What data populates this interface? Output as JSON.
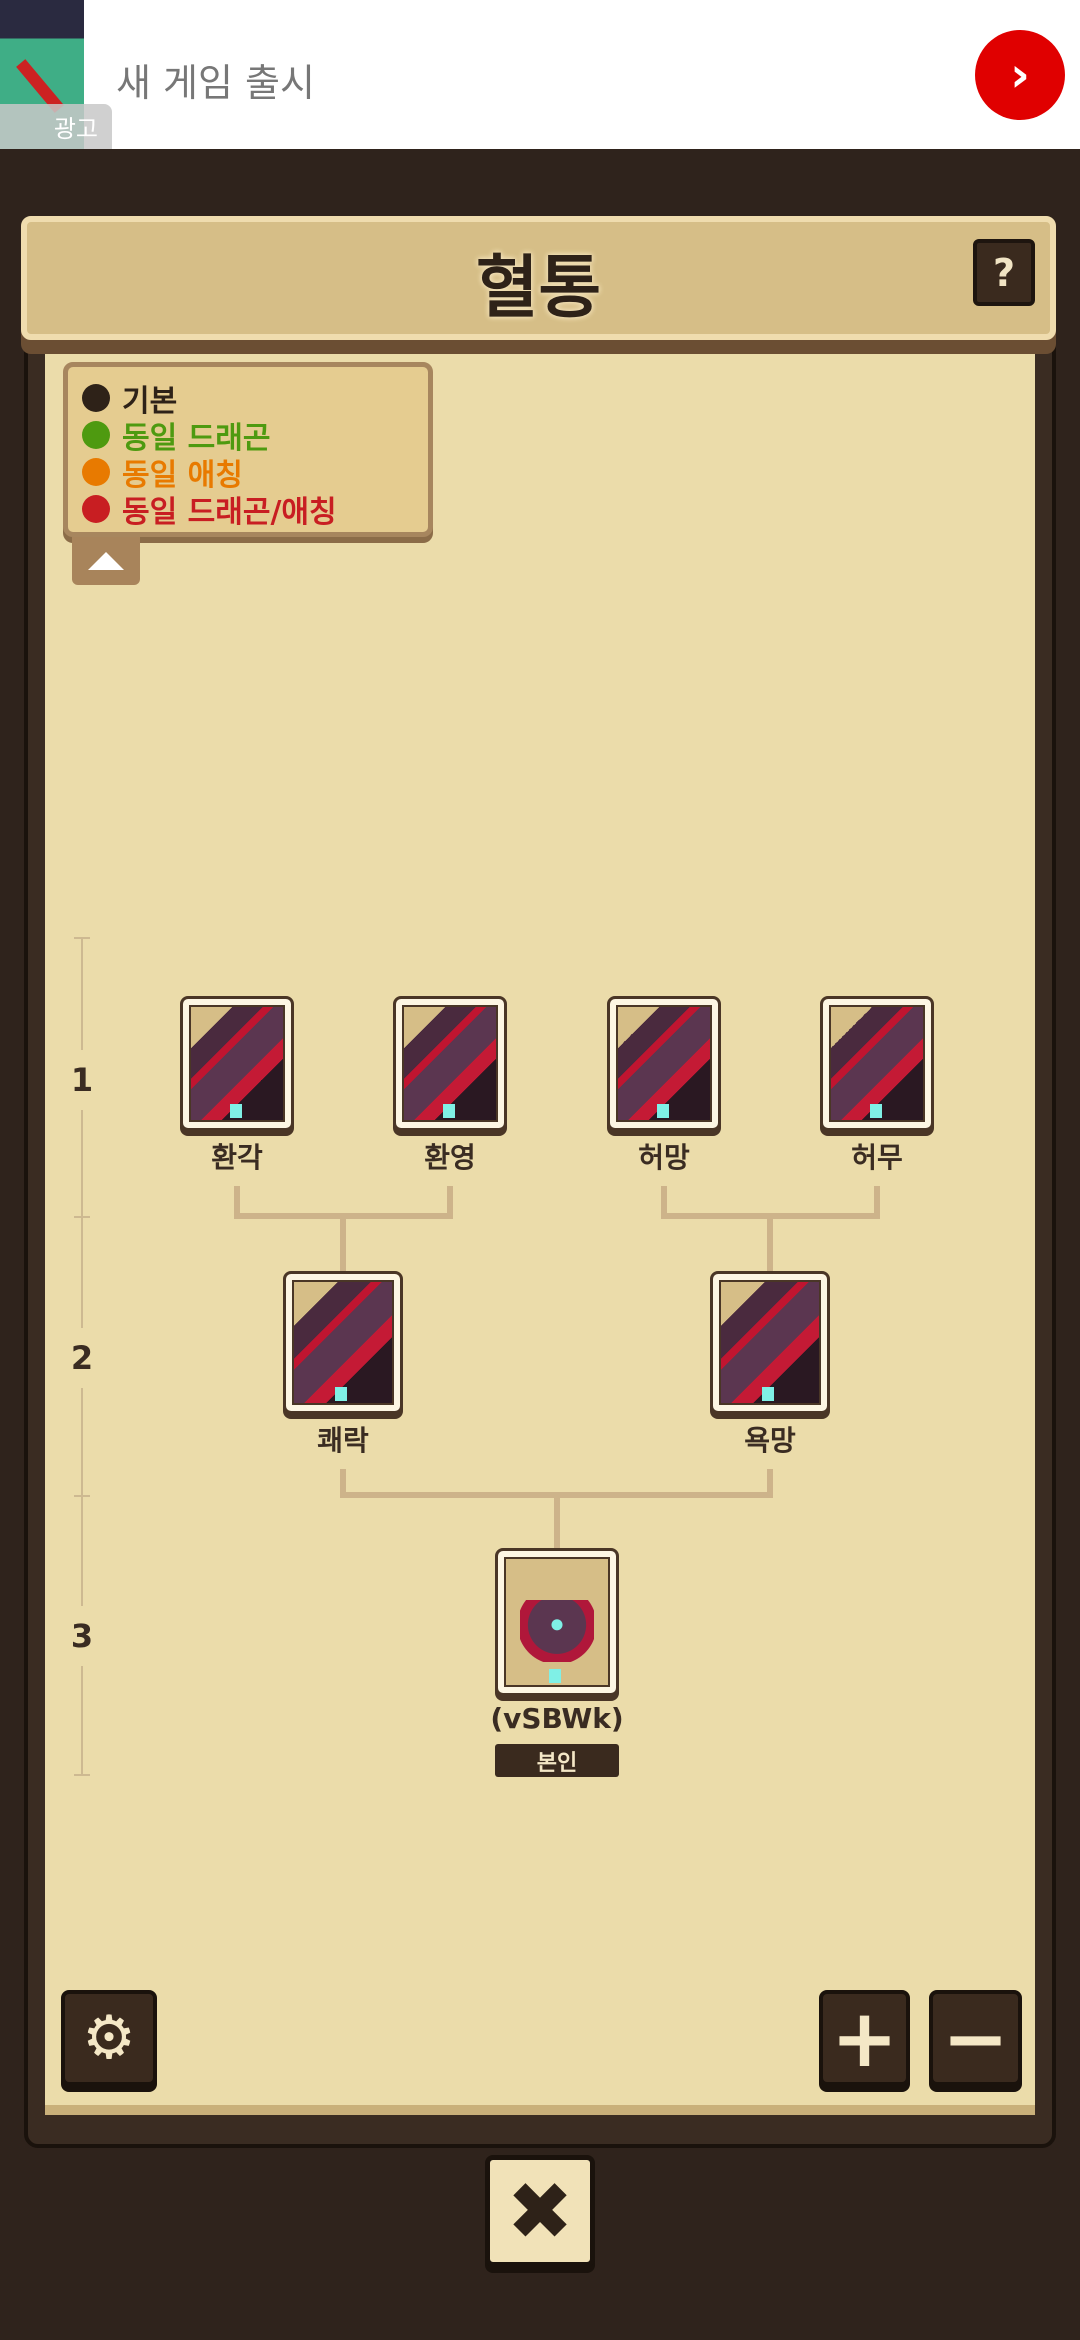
{
  "ad": {
    "text": "새 게임 출시",
    "badge": "광고",
    "arrow": "›"
  },
  "header": {
    "title": "혈통",
    "help": "?"
  },
  "legend": {
    "items": [
      {
        "label": "기본",
        "color": "#2e2218"
      },
      {
        "label": "동일 드래곤",
        "color": "#4e9a10"
      },
      {
        "label": "동일 애칭",
        "color": "#e87a00"
      },
      {
        "label": "동일 드래곤/애칭",
        "color": "#c81e22"
      }
    ]
  },
  "generations": [
    "1",
    "2",
    "3"
  ],
  "tree": {
    "gen1": [
      "환각",
      "환영",
      "허망",
      "허무"
    ],
    "gen2": [
      "쾌락",
      "욕망"
    ],
    "gen3": {
      "name": "(vSBWk)",
      "badge": "본인"
    }
  },
  "controls": {
    "settings": "⚙",
    "zoom_in": "+",
    "zoom_out": "−",
    "close": "✖"
  }
}
